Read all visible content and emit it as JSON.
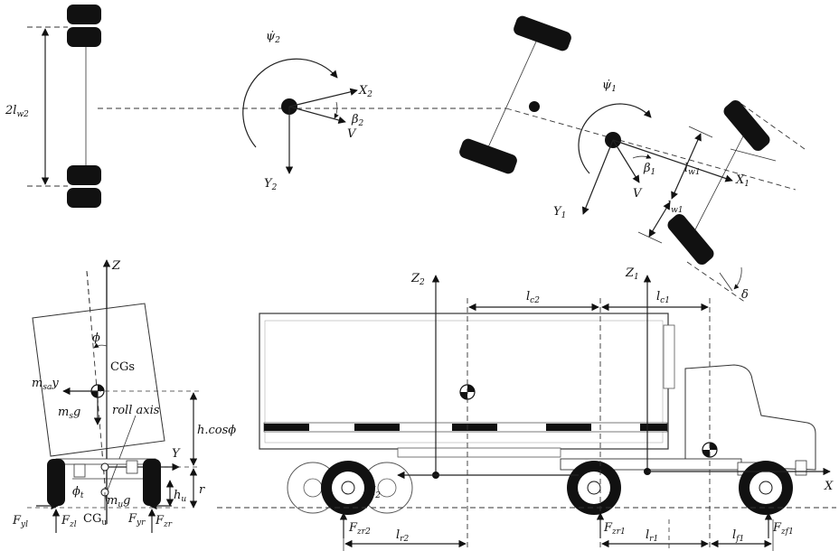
{
  "top_left_tractor": {
    "label": "2l",
    "label_sub": "w2"
  },
  "trailer_frame": {
    "yaw_rate": "ψ̇",
    "yaw_rate_sub": "2",
    "x_axis": "X",
    "x_axis_sub": "2",
    "y_axis": "Y",
    "y_axis_sub": "2",
    "slip": "β",
    "slip_sub": "2",
    "velocity": "V"
  },
  "tractor_frame": {
    "yaw_rate": "ψ̇",
    "yaw_rate_sub": "1",
    "x_axis": "X",
    "x_axis_sub": "1",
    "y_axis": "Y",
    "y_axis_sub": "1",
    "slip": "β",
    "slip_sub": "1",
    "velocity": "V",
    "half_track_upper": "l",
    "half_track_upper_sub": "w1",
    "half_track_lower": "l",
    "half_track_lower_sub": "w1",
    "steer": "δ"
  },
  "roll_model": {
    "z_axis": "Z",
    "roll_angle": "ϕ",
    "cgs": "CGs",
    "msay": "m",
    "msay_sub": "sa",
    "msay_suffix": "y",
    "msg": "m",
    "msg_sub": "s",
    "msg_suffix": "g",
    "roll_axis": "roll axis",
    "height": "h.cos",
    "height_phi": "ϕ",
    "y_axis": "Y",
    "r": "r",
    "hu": "h",
    "hu_sub": "u",
    "phi_t": "ϕ",
    "phi_t_sub": "t",
    "mug": "m",
    "mug_sub": "u",
    "mug_suffix": "g",
    "cgu": "CG",
    "cgu_sub": "u",
    "fyl": "F",
    "fyl_sub": "yl",
    "fzl": "F",
    "fzl_sub": "zl",
    "fyr": "F",
    "fyr_sub": "yr",
    "fzr": "F",
    "fzr_sub": "zr"
  },
  "side_view": {
    "z2": "Z",
    "z2_sub": "2",
    "z1": "Z",
    "z1_sub": "1",
    "lc2": "l",
    "lc2_sub": "c2",
    "lc1": "l",
    "lc1_sub": "c1",
    "x2": "X",
    "x2_sub": "2",
    "x": "X",
    "fzr2": "F",
    "fzr2_sub": "zr2",
    "fzr1": "F",
    "fzr1_sub": "zr1",
    "fzf1": "F",
    "fzf1_sub": "zf1",
    "lr2": "l",
    "lr2_sub": "r2",
    "lr1": "l",
    "lr1_sub": "r1",
    "lf1": "l",
    "lf1_sub": "f1"
  }
}
